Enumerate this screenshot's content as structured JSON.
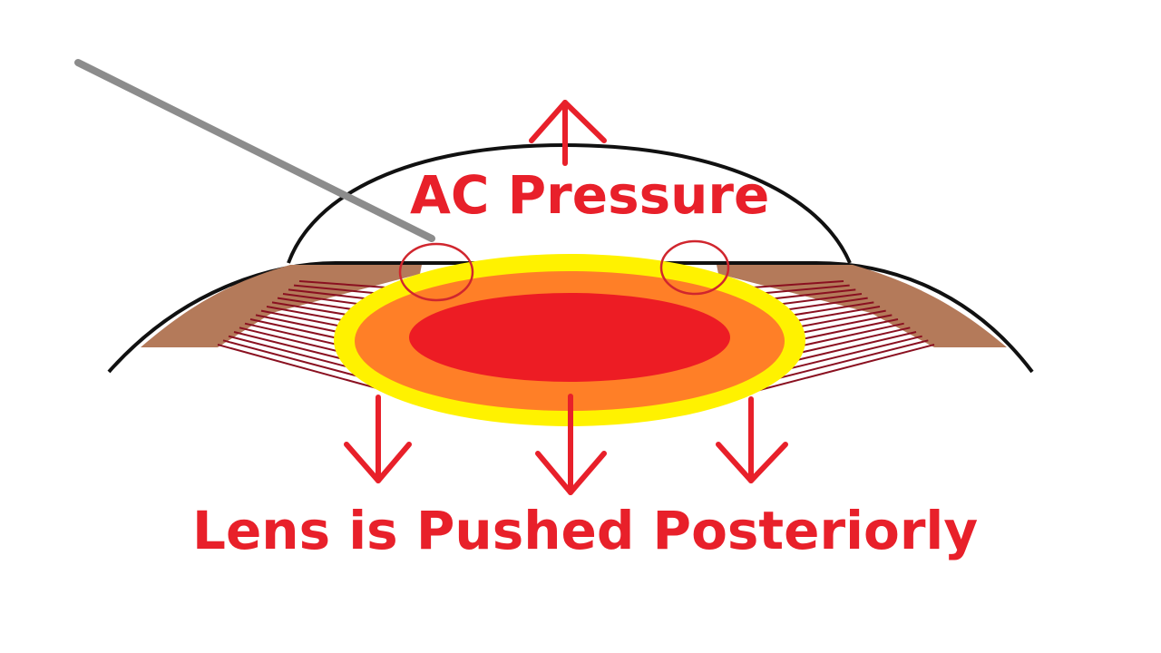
{
  "labels": {
    "top": "AC Pressure",
    "bottom": "Lens is Pushed Posteriorly"
  },
  "colors": {
    "label_red": "#e8202a",
    "arrow_red": "#e8202a",
    "cornea_outline": "#111111",
    "iris_brown": "#b47a5a",
    "zonule_dark_red": "#8a1020",
    "lens_yellow": "#fff200",
    "lens_orange": "#ff7f27",
    "lens_nucleus_red": "#ed1c24",
    "instrument_gray": "#8c8c8c",
    "highlight_circle": "#d0262e"
  },
  "arrows": {
    "up": 1,
    "down": 3
  }
}
